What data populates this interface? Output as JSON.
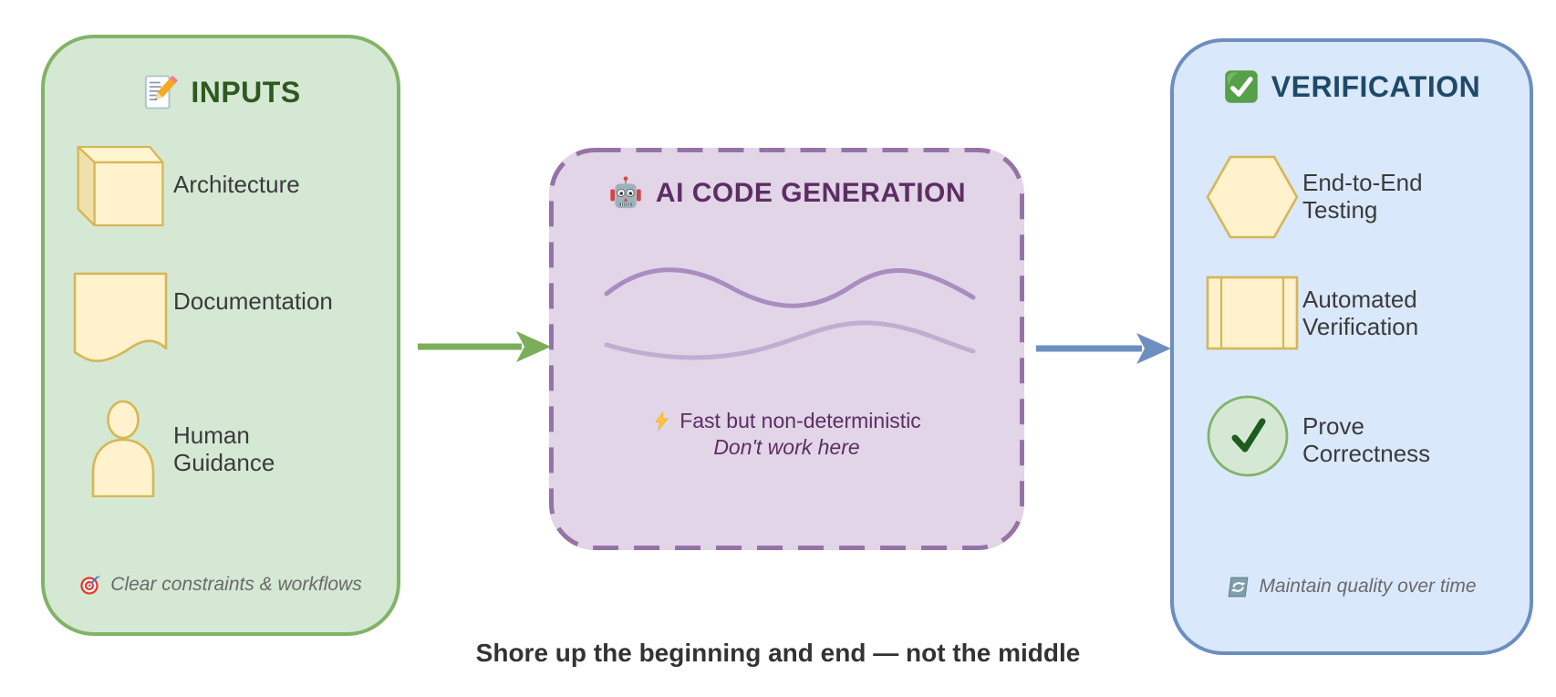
{
  "left_panel": {
    "title": "INPUTS",
    "title_icon": "memo-icon",
    "items": [
      {
        "icon": "cube-icon",
        "lines": [
          "Architecture"
        ]
      },
      {
        "icon": "document-icon",
        "lines": [
          "Documentation"
        ]
      },
      {
        "icon": "person-icon",
        "lines": [
          "Human",
          "Guidance"
        ]
      }
    ],
    "footer": {
      "icon": "target-icon",
      "text": "Clear constraints & workflows"
    }
  },
  "center_panel": {
    "title": "AI CODE GENERATION",
    "title_icon": "robot-icon",
    "note_icon": "lightning-icon",
    "note_line1": "Fast but non-deterministic",
    "note_line2": "Don't work here"
  },
  "right_panel": {
    "title": "VERIFICATION",
    "title_icon": "checkbox-icon",
    "items": [
      {
        "icon": "hexagon-icon",
        "lines": [
          "End-to-End",
          "Testing"
        ]
      },
      {
        "icon": "process-icon",
        "lines": [
          "Automated",
          "Verification"
        ]
      },
      {
        "icon": "check-circle-icon",
        "lines": [
          "Prove",
          "Correctness"
        ]
      }
    ],
    "footer": {
      "icon": "refresh-icon",
      "text": "Maintain quality over time"
    }
  },
  "caption": "Shore up the beginning and end — not the middle",
  "colors": {
    "left_fill": "#d5e8d4",
    "left_stroke": "#82b366",
    "left_title": "#2d5a1e",
    "mid_fill": "#e1d5e7",
    "mid_stroke": "#9673a6",
    "mid_title": "#5d2e63",
    "right_fill": "#dae8fc",
    "right_stroke": "#6c8ebf",
    "right_title": "#1e4a68",
    "shape_fill": "#fff2cc",
    "shape_stroke": "#d6b656",
    "green_arrow": "#7bad5b",
    "blue_arrow": "#6d8fc0",
    "label_text": "#3b3b3b",
    "footer_text": "#6a6a6a",
    "caption_text": "#333333"
  }
}
